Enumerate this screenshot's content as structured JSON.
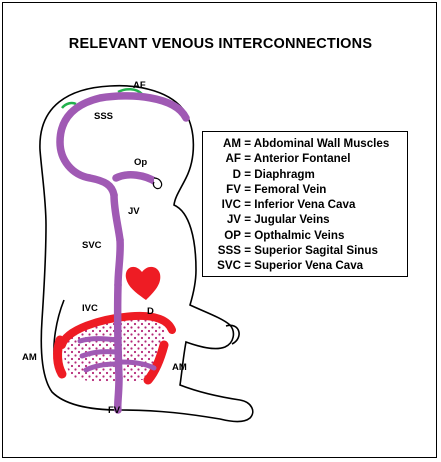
{
  "title": "RELEVANT VENOUS INTERCONNECTIONS",
  "labels": {
    "af": "AF",
    "sss": "SSS",
    "op": "Op",
    "jv": "JV",
    "svc": "SVC",
    "ivc": "IVC",
    "d": "D",
    "am_left": "AM",
    "am_right": "AM",
    "fv": "FV"
  },
  "legend": [
    {
      "abbr": "AM",
      "meaning": "= Abdominal Wall Muscles"
    },
    {
      "abbr": "AF",
      "meaning": "= Anterior Fontanel"
    },
    {
      "abbr": "D",
      "meaning": "= Diaphragm"
    },
    {
      "abbr": "FV",
      "meaning": "= Femoral Vein"
    },
    {
      "abbr": "IVC",
      "meaning": "= Inferior Vena Cava"
    },
    {
      "abbr": "JV",
      "meaning": "= Jugular Veins"
    },
    {
      "abbr": "OP",
      "meaning": "= Opthalmic Veins"
    },
    {
      "abbr": "SSS",
      "meaning": "= Superior Sagital Sinus"
    },
    {
      "abbr": "SVC",
      "meaning": "= Superior Vena Cava"
    }
  ],
  "colors": {
    "vein": "#a05ab4",
    "heart": "#ee1c24",
    "muscle": "#ee1c24",
    "fontanel": "#22b14c",
    "abdomen_dots": "#b42878"
  }
}
